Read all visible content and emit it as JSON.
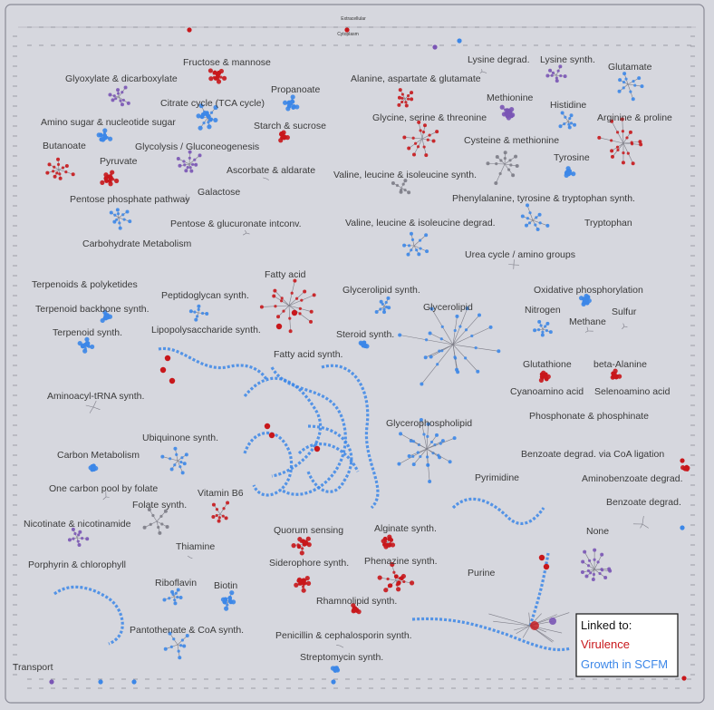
{
  "compartments": {
    "extracellular": "Extracellular",
    "cytoplasm": "Cytoplasm"
  },
  "colors": {
    "background": "#d6d7de",
    "frame": "#8a8a96",
    "edge": "#7c7c86",
    "virulence": "#c8171b",
    "growth": "#3c87e8",
    "both": "#7a55b5"
  },
  "pathways": [
    {
      "id": "fructose",
      "label": "Fructose & mannose",
      "tag": "virulence"
    },
    {
      "id": "glyoxylate",
      "label": "Glyoxylate & dicarboxylate",
      "tag": "both"
    },
    {
      "id": "citrate",
      "label": "Citrate cycle (TCA cycle)",
      "tag": "growth"
    },
    {
      "id": "propanoate",
      "label": "Propanoate",
      "tag": "growth"
    },
    {
      "id": "aminosugar",
      "label": "Amino sugar & nucleotide sugar",
      "tag": "growth"
    },
    {
      "id": "starch",
      "label": "Starch & sucrose",
      "tag": "virulence"
    },
    {
      "id": "butanoate",
      "label": "Butanoate",
      "tag": "virulence"
    },
    {
      "id": "glycolysis",
      "label": "Glycolysis / Gluconeogenesis",
      "tag": "both"
    },
    {
      "id": "pyruvate",
      "label": "Pyruvate",
      "tag": "virulence"
    },
    {
      "id": "ascorbate",
      "label": "Ascorbate & aldarate",
      "tag": "virulence"
    },
    {
      "id": "galactose",
      "label": "Galactose",
      "tag": "growth"
    },
    {
      "id": "pentosephosphate",
      "label": "Pentose phosphate pathway",
      "tag": "growth"
    },
    {
      "id": "pentoseglucuronate",
      "label": "Pentose & glucuronate intconv.",
      "tag": "none"
    },
    {
      "id": "carbohydrate",
      "label": "Carbohydrate Metabolism",
      "tag": "none"
    },
    {
      "id": "lysinedeg",
      "label": "Lysine degrad.",
      "tag": "virulence"
    },
    {
      "id": "lysinesyn",
      "label": "Lysine synth.",
      "tag": "both"
    },
    {
      "id": "glutamate",
      "label": "Glutamate",
      "tag": "growth"
    },
    {
      "id": "alanine",
      "label": "Alanine, aspartate & glutamate",
      "tag": "virulence"
    },
    {
      "id": "methionine",
      "label": "Methionine",
      "tag": "both"
    },
    {
      "id": "histidine",
      "label": "Histidine",
      "tag": "growth"
    },
    {
      "id": "glycine",
      "label": "Glycine, serine & threonine",
      "tag": "virulence"
    },
    {
      "id": "arginine",
      "label": "Arginine & proline",
      "tag": "virulence"
    },
    {
      "id": "cysteine",
      "label": "Cysteine & methionine",
      "tag": "none"
    },
    {
      "id": "tyrosine",
      "label": "Tyrosine",
      "tag": "growth"
    },
    {
      "id": "vlisyn",
      "label": "Valine, leucine & isoleucine synth.",
      "tag": "none"
    },
    {
      "id": "phenylalanine",
      "label": "Phenylalanine, tyrosine & tryptophan synth.",
      "tag": "growth"
    },
    {
      "id": "vlideg",
      "label": "Valine, leucine & isoleucine degrad.",
      "tag": "growth"
    },
    {
      "id": "tryptophan",
      "label": "Tryptophan",
      "tag": "none"
    },
    {
      "id": "urea",
      "label": "Urea cycle / amino groups",
      "tag": "none"
    },
    {
      "id": "terpenoids",
      "label": "Terpenoids & polyketides",
      "tag": "none"
    },
    {
      "id": "terpenoidbackbone",
      "label": "Terpenoid backbone synth.",
      "tag": "growth"
    },
    {
      "id": "terpenoidsyn",
      "label": "Terpenoid synth.",
      "tag": "growth"
    },
    {
      "id": "fattyacid",
      "label": "Fatty acid",
      "tag": "virulence"
    },
    {
      "id": "peptidoglycan",
      "label": "Peptidoglycan synth.",
      "tag": "growth"
    },
    {
      "id": "glycerolipidsyn",
      "label": "Glycerolipid synth.",
      "tag": "growth"
    },
    {
      "id": "lps",
      "label": "Lipopolysaccharide synth.",
      "tag": "virulence"
    },
    {
      "id": "glycerolipid",
      "label": "Glycerolipid",
      "tag": "growth"
    },
    {
      "id": "steroid",
      "label": "Steroid synth.",
      "tag": "growth"
    },
    {
      "id": "fattyacidsyn",
      "label": "Fatty acid synth.",
      "tag": "growth"
    },
    {
      "id": "oxphos",
      "label": "Oxidative phosphorylation",
      "tag": "growth"
    },
    {
      "id": "nitrogen",
      "label": "Nitrogen",
      "tag": "growth"
    },
    {
      "id": "methane",
      "label": "Methane",
      "tag": "none"
    },
    {
      "id": "sulfur",
      "label": "Sulfur",
      "tag": "none"
    },
    {
      "id": "glutathione",
      "label": "Glutathione",
      "tag": "virulence"
    },
    {
      "id": "betaalanine",
      "label": "beta-Alanine",
      "tag": "virulence"
    },
    {
      "id": "cyanoamino",
      "label": "Cyanoamino acid",
      "tag": "none"
    },
    {
      "id": "selenoamino",
      "label": "Selenoamino acid",
      "tag": "none"
    },
    {
      "id": "aminoacyl",
      "label": "Aminoacyl-tRNA synth.",
      "tag": "none"
    },
    {
      "id": "phosphonate",
      "label": "Phosphonate & phosphinate",
      "tag": "none"
    },
    {
      "id": "glycerophospholipid",
      "label": "Glycerophospholipid",
      "tag": "growth"
    },
    {
      "id": "ubiquinone",
      "label": "Ubiquinone synth.",
      "tag": "growth"
    },
    {
      "id": "benzoatecoa",
      "label": "Benzoate degrad. via CoA ligation",
      "tag": "none"
    },
    {
      "id": "carbonmetab",
      "label": "Carbon Metabolism",
      "tag": "growth"
    },
    {
      "id": "aminobenzoate",
      "label": "Aminobenzoate degrad.",
      "tag": "virulence"
    },
    {
      "id": "pyrimidine",
      "label": "Pyrimidine",
      "tag": "growth"
    },
    {
      "id": "onecarbon",
      "label": "One carbon pool by folate",
      "tag": "growth"
    },
    {
      "id": "vitaminb6",
      "label": "Vitamin B6",
      "tag": "virulence"
    },
    {
      "id": "benzoatedeg",
      "label": "Benzoate degrad.",
      "tag": "none"
    },
    {
      "id": "folate",
      "label": "Folate synth.",
      "tag": "none"
    },
    {
      "id": "nicotinate",
      "label": "Nicotinate & nicotinamide",
      "tag": "both"
    },
    {
      "id": "quorum",
      "label": "Quorum sensing",
      "tag": "virulence"
    },
    {
      "id": "alginate",
      "label": "Alginate synth.",
      "tag": "virulence"
    },
    {
      "id": "none",
      "label": "None",
      "tag": "both"
    },
    {
      "id": "thiamine",
      "label": "Thiamine",
      "tag": "none"
    },
    {
      "id": "porphyrin",
      "label": "Porphyrin & chlorophyll",
      "tag": "growth"
    },
    {
      "id": "siderophore",
      "label": "Siderophore synth.",
      "tag": "virulence"
    },
    {
      "id": "phenazine",
      "label": "Phenazine synth.",
      "tag": "virulence"
    },
    {
      "id": "riboflavin",
      "label": "Riboflavin",
      "tag": "growth"
    },
    {
      "id": "biotin",
      "label": "Biotin",
      "tag": "growth"
    },
    {
      "id": "purine",
      "label": "Purine",
      "tag": "growth"
    },
    {
      "id": "rhamnolipid",
      "label": "Rhamnolipid synth.",
      "tag": "virulence"
    },
    {
      "id": "pantothenate",
      "label": "Pantothenate & CoA synth.",
      "tag": "growth"
    },
    {
      "id": "penicillin",
      "label": "Penicillin & cephalosporin synth.",
      "tag": "none"
    },
    {
      "id": "streptomycin",
      "label": "Streptomycin synth.",
      "tag": "growth"
    },
    {
      "id": "transport",
      "label": "Transport",
      "tag": "both"
    }
  ],
  "legend": {
    "title": "Linked to:",
    "items": [
      {
        "label": "Virulence",
        "color": "#c8171b"
      },
      {
        "label": "Growth in SCFM",
        "color": "#3c87e8"
      }
    ]
  }
}
